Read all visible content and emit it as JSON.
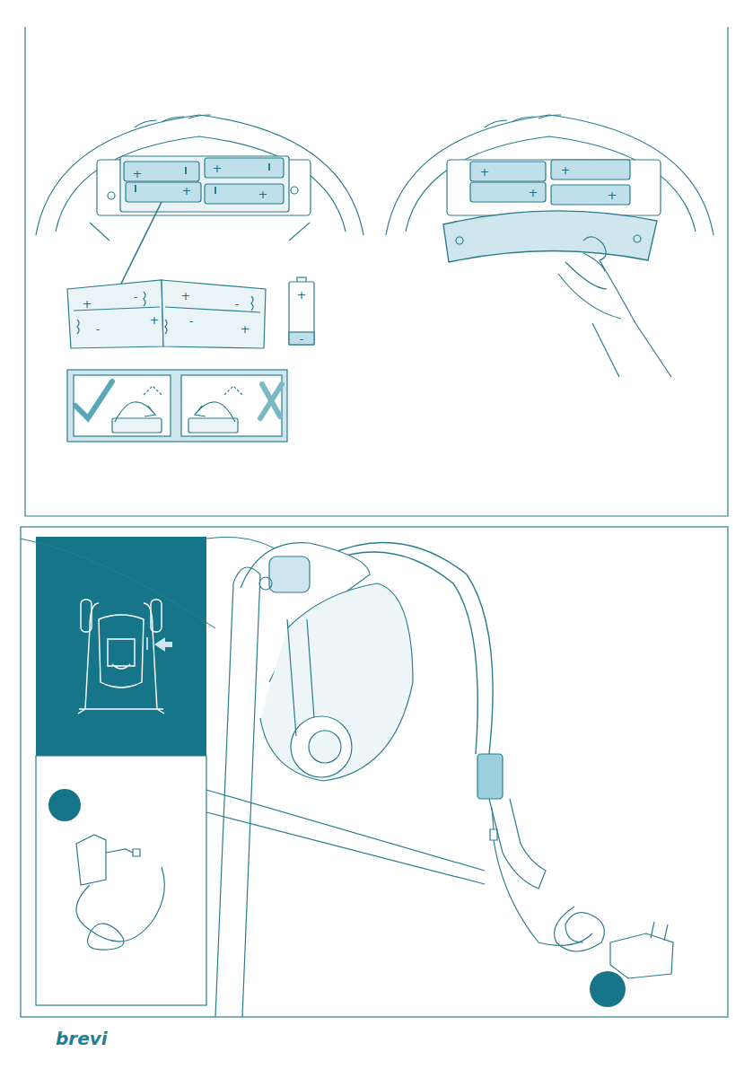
{
  "diagram": {
    "labels": [
      "+",
      "+",
      "+",
      "+",
      "+",
      "+",
      "+",
      "+",
      "+",
      "-",
      "+",
      "-",
      "-",
      "+",
      "-",
      "+",
      "+",
      "-",
      "brevi"
    ]
  }
}
